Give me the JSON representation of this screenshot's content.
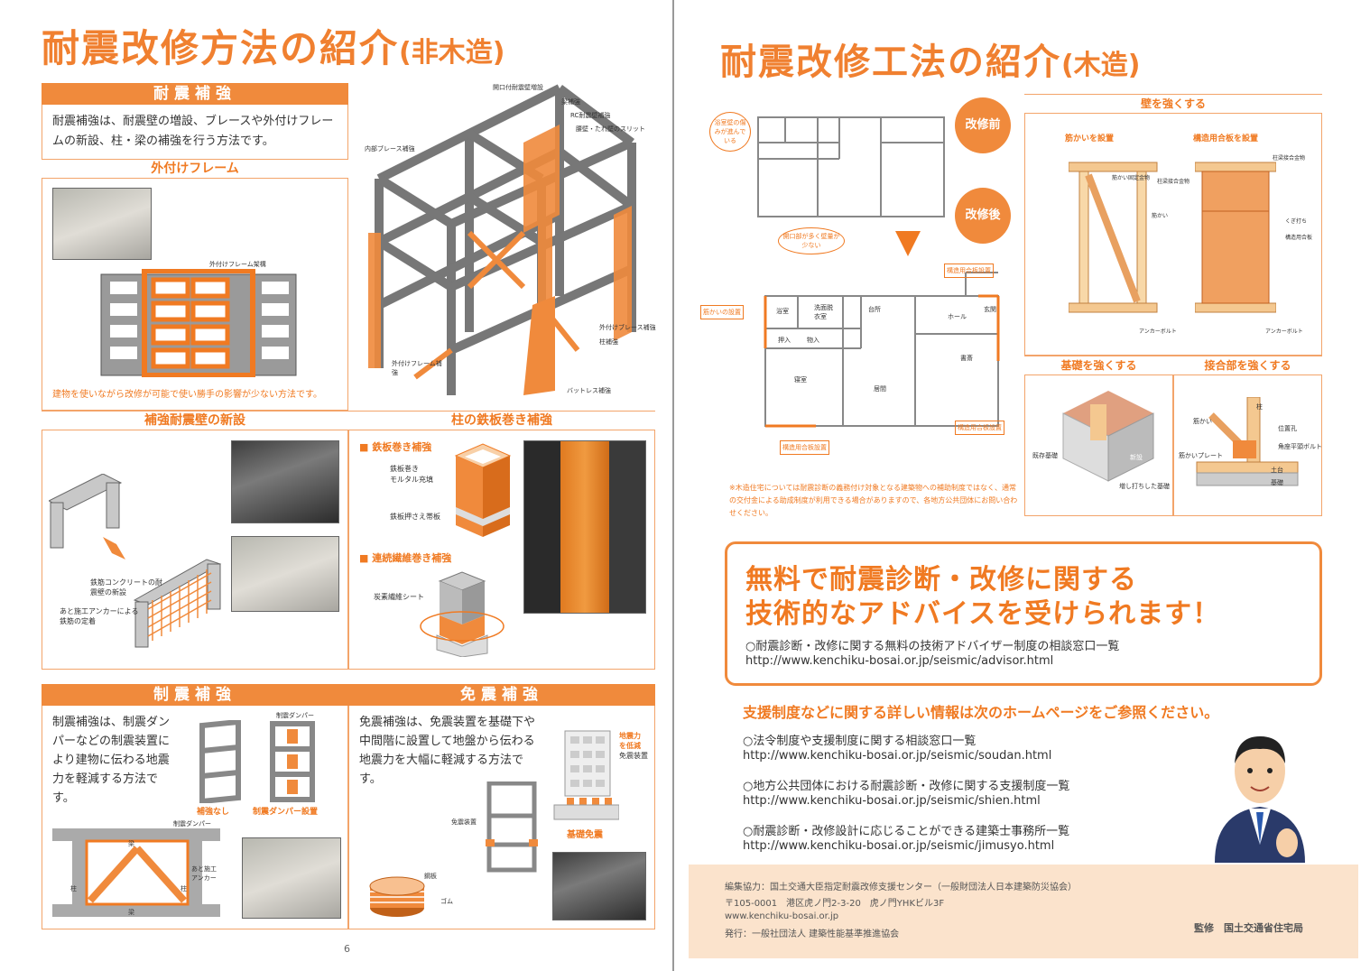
{
  "left_page": {
    "title_main": "耐震改修方法の紹介",
    "title_sub": "(非木造)",
    "seismic_strengthening": {
      "header": "耐震補強",
      "body": "耐震補強は、耐震壁の増設、ブレースや外付けフレームの新設、柱・梁の補強を行う方法です。",
      "external_frame": {
        "header": "外付けフレーム",
        "label_frame": "外付けフレーム架構",
        "note": "建物を使いながら改修が可能で使い勝手の影響が少ない方法です。"
      },
      "frame_diagram_labels": {
        "opening_wall": "開口付耐震壁増設",
        "beam": "梁補強",
        "rc_wall": "RC耐震壁補強",
        "slit": "腰壁・たれ壁のスリット",
        "internal_brace": "内部ブレース補強",
        "ext_brace": "外付けブレース補強",
        "column": "柱補強",
        "ext_frame": "外付けフレーム補強",
        "buttress": "バットレス補強"
      }
    },
    "new_wall": {
      "header": "補強耐震壁の新設",
      "label1": "鉄筋コンクリートの耐震壁の新設",
      "label2": "あと施工アンカーによる鉄筋の定着"
    },
    "column_wrap": {
      "header": "柱の鉄板巻き補強",
      "steel_title": "鉄板巻き補強",
      "steel_label1": "鉄板巻き",
      "steel_label1b": "モルタル充填",
      "steel_label2": "鉄板押さえ帯板",
      "fiber_title": "連続繊維巻き補強",
      "fiber_label": "炭素繊維シート"
    },
    "damping": {
      "header": "制震補強",
      "body": "制震補強は、制震ダンパーなどの制震装置により建物に伝わる地震力を軽減する方法です。",
      "damper": "制震ダンパー",
      "no_reinforce": "補強なし",
      "with_damper": "制震ダンパー設置",
      "beam": "梁",
      "column": "柱",
      "anchor": "あと施工アンカー"
    },
    "isolation": {
      "header": "免震補強",
      "body": "免震補強は、免震装置を基礎下や中間階に設置して地盤から伝わる地震力を大幅に軽減する方法です。",
      "device": "免震装置",
      "steel": "鋼板",
      "rubber": "ゴム",
      "legend1": "地震力",
      "legend2": "を低減",
      "legend3": "免震装置",
      "foundation": "基礎免震"
    },
    "page_number": "6"
  },
  "right_page": {
    "title_main": "耐震改修工法の紹介",
    "title_sub": "(木造)",
    "before_label": "改修前",
    "after_label": "改修後",
    "plan_rooms": {
      "bath": "浴室",
      "wash": "洗面脱衣室",
      "kitchen": "台所",
      "hall": "ホール",
      "entry": "玄関",
      "storage1": "押入",
      "storage2": "物入",
      "bedroom": "寝室",
      "living": "居間",
      "study": "書斎"
    },
    "plan_notes": {
      "note_left": "浴室壁の傷みが進んでいる",
      "note_bottom": "開口部が多く壁量が少ない",
      "add_brace": "筋かいの設置",
      "plywood": "構造用合板設置"
    },
    "wall_section": {
      "header": "壁を強くする",
      "brace_title": "筋かいを設置",
      "plywood_title": "構造用合板を設置",
      "labels": {
        "brace_hw": "筋かい固定金物",
        "column_hw": "柱梁接合金物",
        "brace": "筋かい",
        "anchor": "アンカーボルト",
        "nail": "くぎ打ち",
        "plywood": "構造用合板",
        "column_hw2": "柱梁接合金物"
      }
    },
    "foundation_section": {
      "header": "基礎を強くする",
      "existing": "既存基礎",
      "new": "新設",
      "added": "増し打ちした基礎"
    },
    "joint_section": {
      "header": "接合部を強くする",
      "column": "柱",
      "brace": "筋かい",
      "brace_plate": "筋かいプレート",
      "hole": "位置孔",
      "bolt": "角座平頭ボルト",
      "sill": "土台",
      "base": "基礎"
    },
    "wood_note": "※木造住宅については耐震診断の義務付け対象となる建築物への補助制度ではなく、通常の交付金による助成制度が利用できる場合がありますので、各地方公共団体にお問い合わせください。",
    "cta": {
      "line1": "無料で耐震診断・改修に関する",
      "line2": "技術的なアドバイスを受けられます！",
      "item_label": "○耐震診断・改修に関する無料の技術アドバイザー制度の相談窓口一覧",
      "item_url": "http://www.kenchiku-bosai.or.jp/seismic/advisor.html"
    },
    "info_head": "支援制度などに関する詳しい情報は次のホームページをご参照ください。",
    "links": [
      {
        "label": "○法令制度や支援制度に関する相談窓口一覧",
        "url": "http://www.kenchiku-bosai.or.jp/seismic/soudan.html"
      },
      {
        "label": "○地方公共団体における耐震診断・改修に関する支援制度一覧",
        "url": "http://www.kenchiku-bosai.or.jp/seismic/shien.html"
      },
      {
        "label": "○耐震診断・改修設計に応じることができる建築士事務所一覧",
        "url": "http://www.kenchiku-bosai.or.jp/seismic/jimusyo.html"
      }
    ],
    "footer": {
      "line1": "編集協力：国土交通大臣指定耐震改修支援センター（一般財団法人日本建築防災協会）",
      "line2": "〒105-0001　港区虎ノ門2-3-20　虎ノ門YHKビル3F",
      "line3": "www.kenchiku-bosai.or.jp",
      "line4": "発行：一般社団法人 建築性能基準推進協会",
      "supervisor": "監修　国土交通省住宅局"
    }
  }
}
